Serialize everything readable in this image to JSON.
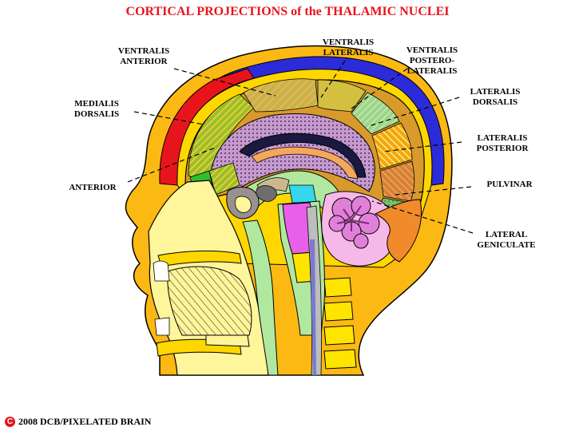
{
  "title": "CORTICAL PROJECTIONS of the THALAMIC NUCLEI",
  "labels": {
    "ventralis_anterior": "VENTRALIS\nANTERIOR",
    "ventralis_lateralis": "VENTRALIS\nLATERALIS",
    "ventralis_posterolateralis": "VENTRALIS\nPOSTERO-\nLATERALIS",
    "medialis_dorsalis": "MEDIALIS\nDORSALIS",
    "lateralis_dorsalis": "LATERALIS\nDORSALIS",
    "lateralis_posterior": "LATERALIS\nPOSTERIOR",
    "anterior": "ANTERIOR",
    "pulvinar": "PULVINAR",
    "lateral_geniculate": "LATERAL\nGENICULATE"
  },
  "copyright": {
    "symbol": "C",
    "text": "2008  DCB/PIXELATED BRAIN"
  },
  "colors": {
    "title": "#e8141c",
    "skin": "#fdb913",
    "skull_band": "#ffd700",
    "outer_blue": "#2b2bd9",
    "frontal_red": "#e8141c",
    "cortex_tan": "#d89a2b",
    "ventralis_anterior": "#c8b84a",
    "ventralis_lateralis": "#d4c040",
    "ventralis_posterolateralis": "#88d07a",
    "lateralis_dorsalis": "#f2c21b",
    "lateralis_posterior": "#c07a3a",
    "medialis_dorsalis": "#8a9a2a",
    "anterior": "#90c050",
    "dots_region": "#c090c0",
    "pulvinar": "#6fc06a",
    "cerebellum": "#e080d8",
    "brainstem_green": "#b0e8a0",
    "cyan": "#36d6ec",
    "magenta": "#e860e8",
    "face_yellow": "#fff59a",
    "gray": "#9a9090"
  }
}
